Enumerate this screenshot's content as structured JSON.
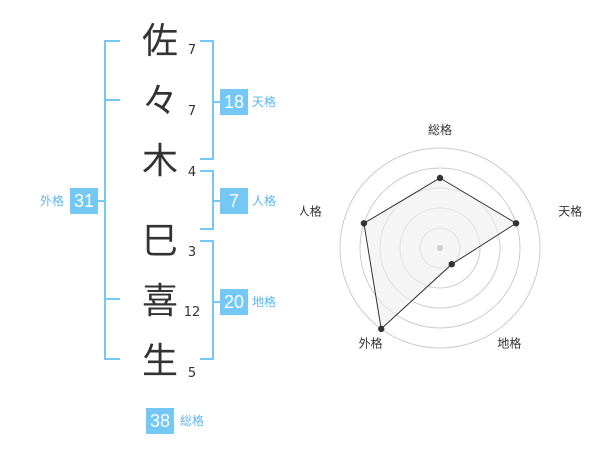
{
  "characters": [
    {
      "char": "佐",
      "strokes": "7"
    },
    {
      "char": "々",
      "strokes": "7"
    },
    {
      "char": "木",
      "strokes": "4"
    },
    {
      "char": "巳",
      "strokes": "3"
    },
    {
      "char": "喜",
      "strokes": "12"
    },
    {
      "char": "生",
      "strokes": "5"
    }
  ],
  "fortunes": {
    "tenkaku": {
      "value": "18",
      "label": "天格"
    },
    "jinkaku": {
      "value": "7",
      "label": "人格"
    },
    "chikaku": {
      "value": "20",
      "label": "地格"
    },
    "gaikaku": {
      "value": "31",
      "label": "外格"
    },
    "soukaku": {
      "value": "38",
      "label": "総格"
    }
  },
  "radar": {
    "labels": {
      "top": "総格",
      "right": "天格",
      "bottom_right": "地格",
      "bottom_left": "外格",
      "left": "人格"
    },
    "levels": 5,
    "values": [
      3.5,
      4,
      1,
      5,
      4
    ],
    "fill_color": "#eeeeee",
    "grid_color": "#cccccc",
    "line_color": "#333333"
  }
}
